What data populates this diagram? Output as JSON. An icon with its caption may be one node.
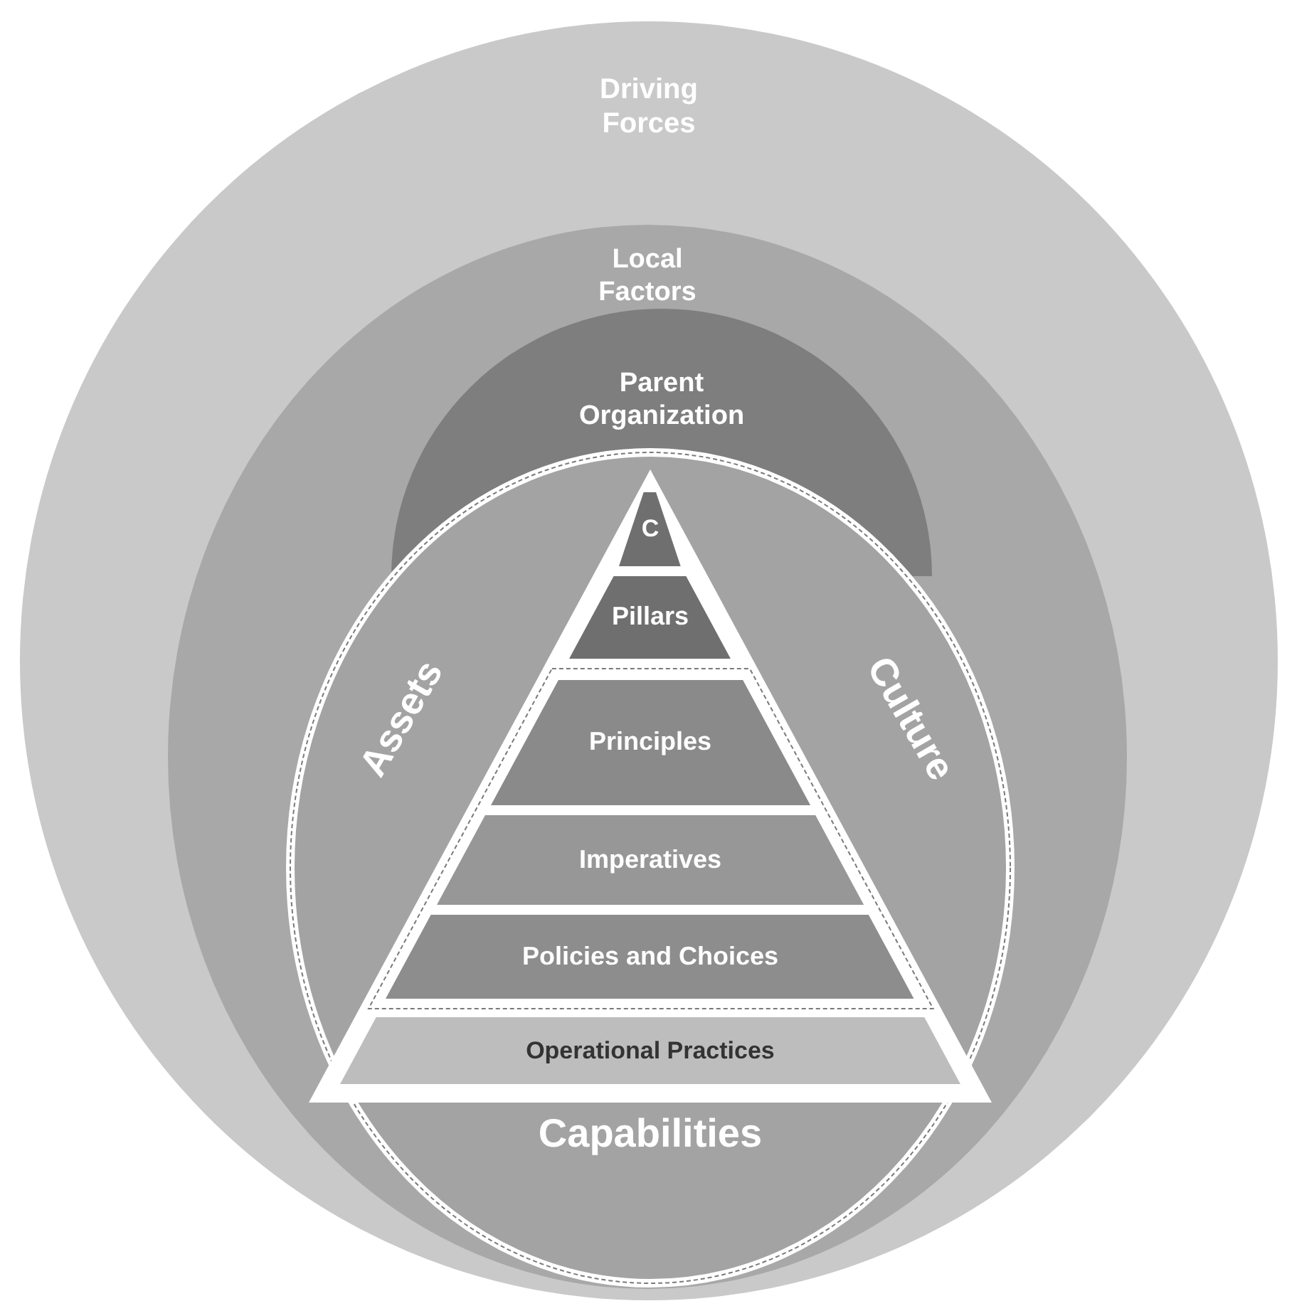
{
  "diagram": {
    "nodes": [
      {
        "text": [
          "Driving Forces"
        ]
      },
      {
        "text": [
          "Local Factors"
        ],
        "in": 0
      },
      {
        "text": [
          "Parent Organization"
        ],
        "in": 1
      },
      {
        "text": [
          "Assets",
          "Culture",
          "Capabilities"
        ],
        "in": 1
      },
      {
        "text": [],
        "shape": "triangle",
        "in": 3
      },
      {
        "text": [
          "C"
        ]
      },
      {
        "text": [
          "Pillars"
        ],
        "in": 4
      },
      {
        "text": [],
        "shape": "trapezoid",
        "in": 4
      },
      {
        "text": [
          "Principles"
        ],
        "in": 7
      },
      {
        "text": [
          "Imperatives"
        ],
        "in": 7
      },
      {
        "text": [
          "Policies and Choices"
        ],
        "in": 7
      },
      {
        "text": [
          "Operational Practices"
        ],
        "in": 4
      }
    ],
    "edges": []
  }
}
